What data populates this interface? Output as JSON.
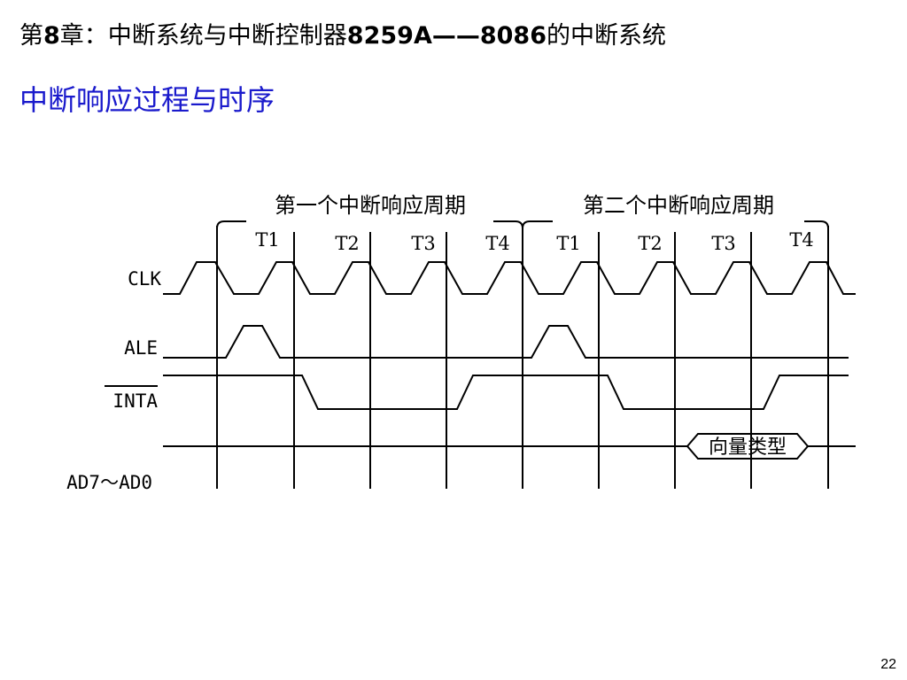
{
  "header": {
    "chapter_prefix": "第",
    "chapter_num": "8",
    "chapter_mid": "章：中断系统与中断控制器",
    "chip": "8259A",
    "dash": "——",
    "cpu": "8086",
    "chapter_suffix": "的中断系统"
  },
  "section_title": "中断响应过程与时序",
  "diagram": {
    "cycle_labels": [
      "第一个中断响应周期",
      "第二个中断响应周期"
    ],
    "t_states": [
      "T1",
      "T2",
      "T3",
      "T4",
      "T1",
      "T2",
      "T3",
      "T4"
    ],
    "signals": [
      "CLK",
      "ALE",
      "INTA",
      "AD7～AD0"
    ],
    "vector_label": "向量类型"
  },
  "page_number": "22"
}
